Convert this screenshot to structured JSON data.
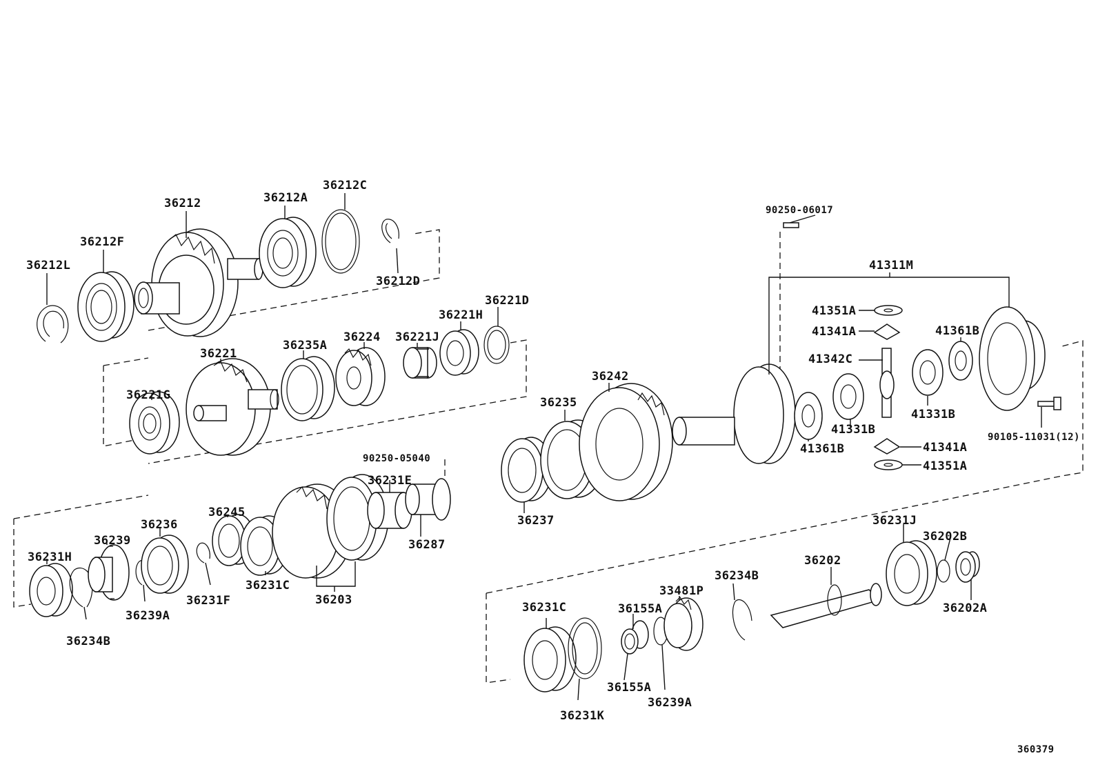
{
  "diagram": {
    "ref_number": "360379",
    "labels": {
      "p36212L": "36212L",
      "p36212F": "36212F",
      "p36212": "36212",
      "p36212A": "36212A",
      "p36212C": "36212C",
      "p36212D": "36212D",
      "p36221G": "36221G",
      "p36221": "36221",
      "p36235A": "36235A",
      "p36224": "36224",
      "p36221J": "36221J",
      "p36221H": "36221H",
      "p36221D": "36221D",
      "p90250_05040": "90250-05040",
      "p36231E": "36231E",
      "p36287": "36287",
      "p36231H": "36231H",
      "p36239": "36239",
      "p36236": "36236",
      "p36245": "36245",
      "p36234B_1": "36234B",
      "p36239A_1": "36239A",
      "p36231F": "36231F",
      "p36231C_1": "36231C",
      "p36203": "36203",
      "p36242": "36242",
      "p36235": "36235",
      "p36237": "36237",
      "p90250_06017": "90250-06017",
      "p41311M": "41311M",
      "p41351A_1": "41351A",
      "p41341A_1": "41341A",
      "p41342C": "41342C",
      "p41361B_1": "41361B",
      "p41331B_1": "41331B",
      "p41331B_2": "41331B",
      "p41361B_2": "41361B",
      "p41341A_2": "41341A",
      "p41351A_2": "41351A",
      "p90105_11031": "90105-11031(12)",
      "p36231J": "36231J",
      "p36202B": "36202B",
      "p36202": "36202",
      "p36202A": "36202A",
      "p36234B_2": "36234B",
      "p36231C_2": "36231C",
      "p36155A_1": "36155A",
      "p33481P": "33481P",
      "p36155A_2": "36155A",
      "p36239A_2": "36239A",
      "p36231K": "36231K"
    }
  }
}
